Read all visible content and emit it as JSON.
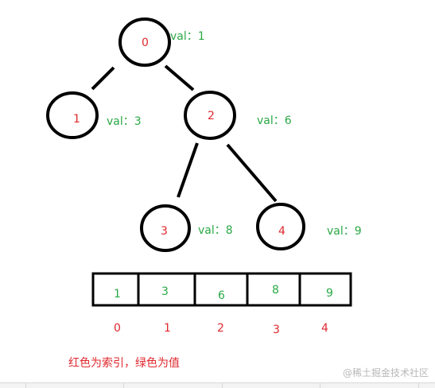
{
  "colors": {
    "index": "#e0282e",
    "value": "#2aa845",
    "stroke": "#000000",
    "watermark": "#b8b8b8"
  },
  "tree": {
    "nodes": [
      {
        "index": "0",
        "value_label": "val：1"
      },
      {
        "index": "1",
        "value_label": "val：3"
      },
      {
        "index": "2",
        "value_label": "val：6"
      },
      {
        "index": "3",
        "value_label": "val：8"
      },
      {
        "index": "4",
        "value_label": "val：9"
      }
    ]
  },
  "array": {
    "values": [
      "1",
      "3",
      "6",
      "8",
      "9"
    ],
    "indices": [
      "0",
      "1",
      "2",
      "3",
      "4"
    ]
  },
  "caption": "红色为索引，绿色为值",
  "watermark": "@稀土掘金技术社区"
}
